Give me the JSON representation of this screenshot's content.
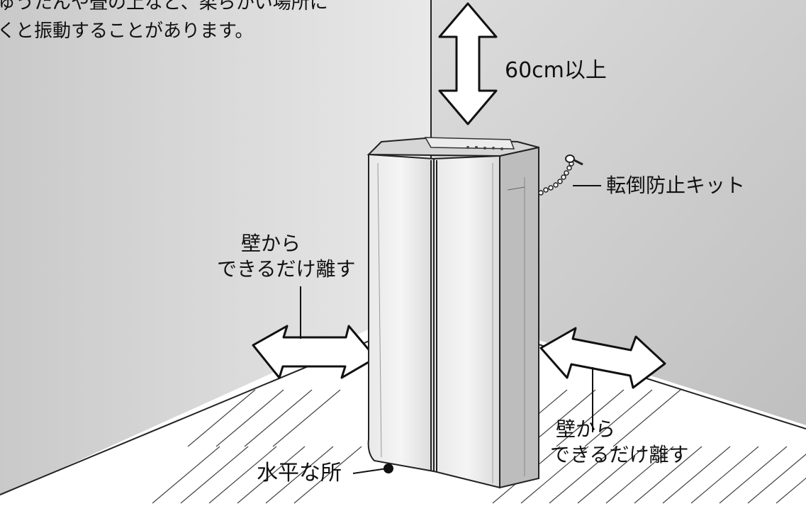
{
  "note": {
    "line1": "ゅうたんや畳の上など、柔らかい場所に",
    "line2": "くと振動することがあります。"
  },
  "labels": {
    "clearance_top": "60cm以上",
    "anti_tip_kit": "転倒防止キット",
    "wall_left_line1": "壁から",
    "wall_left_line2": "できるだけ離す",
    "wall_right_line1": "壁から",
    "wall_right_line2": "できるだけ離す",
    "level_place": "水平な所"
  }
}
